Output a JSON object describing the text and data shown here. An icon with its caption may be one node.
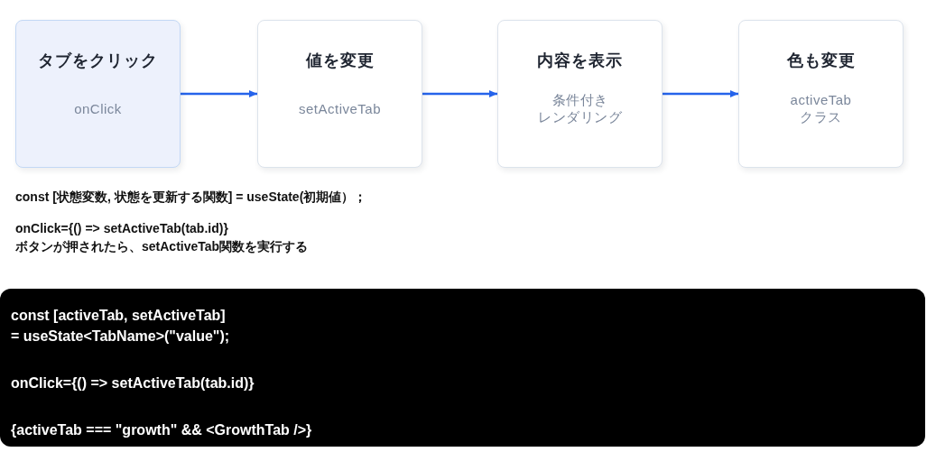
{
  "diagram": {
    "nodes": [
      {
        "text": [
          "タブをクリック",
          "onClick"
        ]
      },
      {
        "text": [
          "値を変更",
          "setActiveTab"
        ]
      },
      {
        "text": [
          "内容を表示",
          "条件付きレンダリング"
        ]
      },
      {
        "text": [
          "色も変更",
          "activeTab クラス"
        ]
      },
      {
        "text": [
          "const [activeTab, setActiveTab] = useState<TabName>(\"value\");",
          "onClick={() => setActiveTab(tab.id)}",
          "{activeTab === \"growth\" && <GrowthTab />}"
        ]
      }
    ],
    "edges": [
      {
        "from": 0,
        "to": 1,
        "arrow": "to"
      },
      {
        "from": 1,
        "to": 2,
        "arrow": "to"
      },
      {
        "from": 2,
        "to": 3,
        "arrow": "to"
      }
    ],
    "labels": [
      "const [状態変数, 状態を更新する関数] = useState(初期値）；",
      "onClick={() => setActiveTab(tab.id)}",
      "ボタンが押されたら、setActiveTab関数を実行する"
    ]
  }
}
